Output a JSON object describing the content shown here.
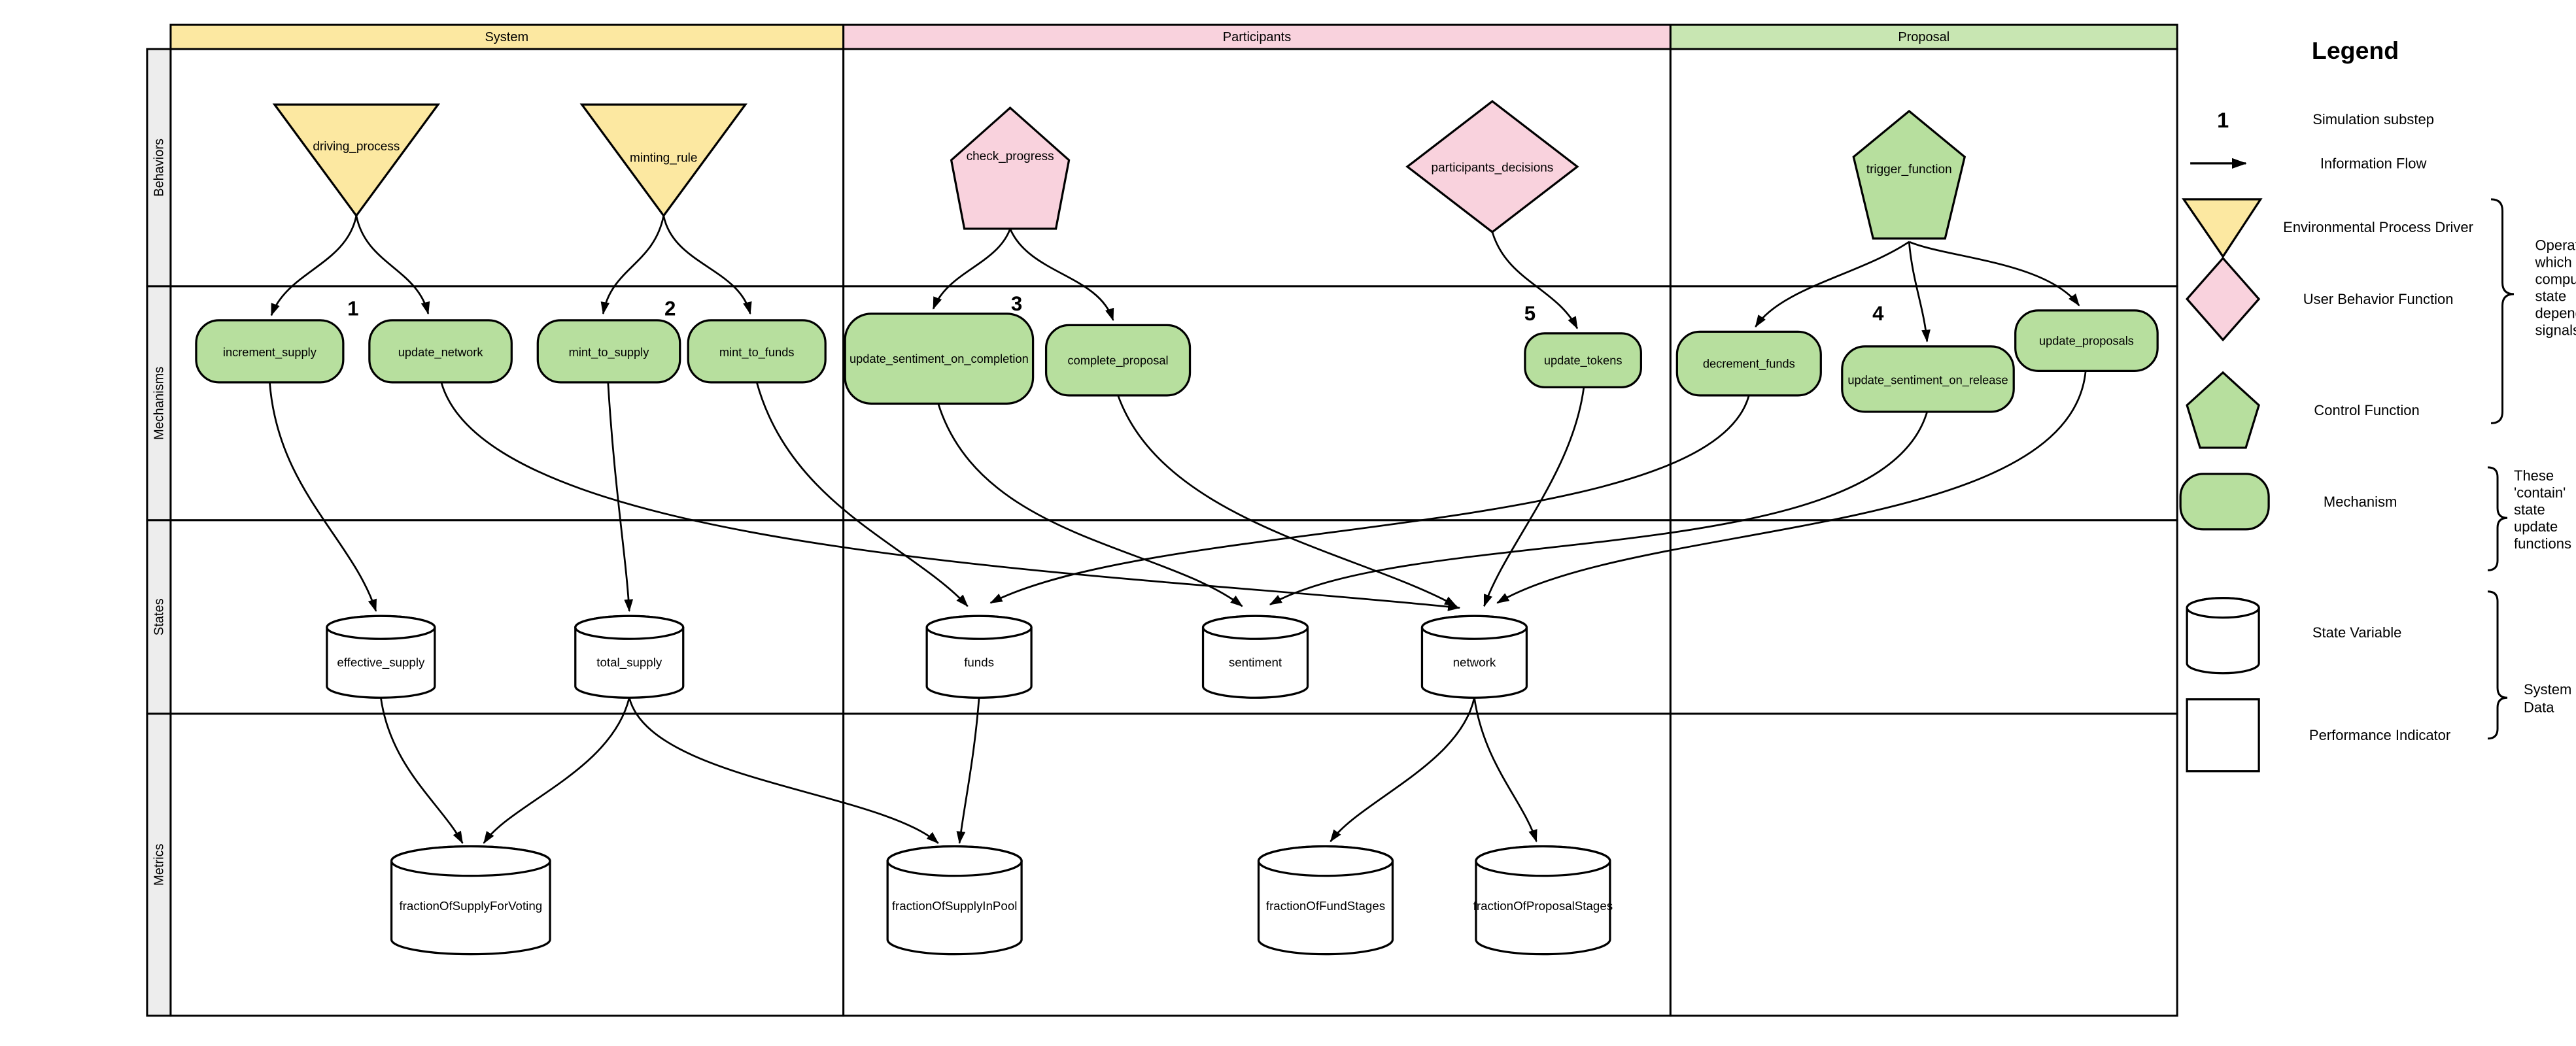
{
  "columns": [
    {
      "label": "System"
    },
    {
      "label": "Participants"
    },
    {
      "label": "Proposal"
    }
  ],
  "rows": [
    {
      "label": "Behaviors"
    },
    {
      "label": "Mechanisms"
    },
    {
      "label": "States"
    },
    {
      "label": "Metrics"
    }
  ],
  "substeps": [
    {
      "value": "1"
    },
    {
      "value": "2"
    },
    {
      "value": "3"
    },
    {
      "value": "4"
    },
    {
      "value": "5"
    }
  ],
  "nodes": {
    "driving_process": {
      "label": "driving_process",
      "shape": "triangle",
      "role": "environmental-process-driver"
    },
    "minting_rule": {
      "label": "minting_rule",
      "shape": "triangle",
      "role": "environmental-process-driver"
    },
    "check_progress": {
      "label": "check_progress",
      "shape": "pentagon",
      "role": "user-behavior-function"
    },
    "participants_decisions": {
      "label": "participants_decisions",
      "shape": "diamond",
      "role": "user-behavior-function"
    },
    "trigger_function": {
      "label": "trigger_function",
      "shape": "pentagon",
      "role": "control-function"
    },
    "increment_supply": {
      "label": "increment_supply",
      "shape": "rounded",
      "role": "mechanism"
    },
    "update_network": {
      "label": "update_network",
      "shape": "rounded",
      "role": "mechanism"
    },
    "mint_to_supply": {
      "label": "mint_to_supply",
      "shape": "rounded",
      "role": "mechanism"
    },
    "mint_to_funds": {
      "label": "mint_to_funds",
      "shape": "rounded",
      "role": "mechanism"
    },
    "update_sentiment_on_completion": {
      "label": "update_sentiment_on_completion",
      "shape": "rounded",
      "role": "mechanism"
    },
    "complete_proposal": {
      "label": "complete_proposal",
      "shape": "rounded",
      "role": "mechanism"
    },
    "update_tokens": {
      "label": "update_tokens",
      "shape": "rounded",
      "role": "mechanism"
    },
    "decrement_funds": {
      "label": "decrement_funds",
      "shape": "rounded",
      "role": "mechanism"
    },
    "update_sentiment_on_release": {
      "label": "update_sentiment_on_release",
      "shape": "rounded",
      "role": "mechanism"
    },
    "update_proposals": {
      "label": "update_proposals",
      "shape": "rounded",
      "role": "mechanism"
    },
    "effective_supply": {
      "label": "effective_supply",
      "shape": "cylinder",
      "role": "state-variable"
    },
    "total_supply": {
      "label": "total_supply",
      "shape": "cylinder",
      "role": "state-variable"
    },
    "funds": {
      "label": "funds",
      "shape": "cylinder",
      "role": "state-variable"
    },
    "sentiment": {
      "label": "sentiment",
      "shape": "cylinder",
      "role": "state-variable"
    },
    "network": {
      "label": "network",
      "shape": "cylinder",
      "role": "state-variable"
    },
    "fractionOfSupplyForVoting": {
      "label": "fractionOfSupplyForVoting",
      "shape": "cylinder",
      "role": "metric"
    },
    "fractionOfSupplyInPool": {
      "label": "fractionOfSupplyInPool",
      "shape": "cylinder",
      "role": "metric"
    },
    "fractionOfFundStages": {
      "label": "fractionOfFundStages",
      "shape": "cylinder",
      "role": "metric"
    },
    "fractionOfProposalStages": {
      "label": "fractionOfProposalStages",
      "shape": "cylinder",
      "role": "metric"
    }
  },
  "flows": [
    {
      "from": "driving_process",
      "to": "increment_supply"
    },
    {
      "from": "driving_process",
      "to": "update_network"
    },
    {
      "from": "minting_rule",
      "to": "mint_to_supply"
    },
    {
      "from": "minting_rule",
      "to": "mint_to_funds"
    },
    {
      "from": "check_progress",
      "to": "update_sentiment_on_completion"
    },
    {
      "from": "check_progress",
      "to": "complete_proposal"
    },
    {
      "from": "participants_decisions",
      "to": "update_tokens"
    },
    {
      "from": "trigger_function",
      "to": "decrement_funds"
    },
    {
      "from": "trigger_function",
      "to": "update_sentiment_on_release"
    },
    {
      "from": "trigger_function",
      "to": "update_proposals"
    },
    {
      "from": "increment_supply",
      "to": "effective_supply"
    },
    {
      "from": "update_network",
      "to": "network"
    },
    {
      "from": "mint_to_supply",
      "to": "total_supply"
    },
    {
      "from": "mint_to_funds",
      "to": "funds"
    },
    {
      "from": "update_sentiment_on_completion",
      "to": "sentiment"
    },
    {
      "from": "complete_proposal",
      "to": "network"
    },
    {
      "from": "update_tokens",
      "to": "network"
    },
    {
      "from": "decrement_funds",
      "to": "funds"
    },
    {
      "from": "update_sentiment_on_release",
      "to": "sentiment"
    },
    {
      "from": "update_proposals",
      "to": "network"
    },
    {
      "from": "effective_supply",
      "to": "fractionOfSupplyForVoting"
    },
    {
      "from": "total_supply",
      "to": "fractionOfSupplyForVoting"
    },
    {
      "from": "total_supply",
      "to": "fractionOfSupplyInPool"
    },
    {
      "from": "funds",
      "to": "fractionOfSupplyInPool"
    },
    {
      "from": "network",
      "to": "fractionOfFundStages"
    },
    {
      "from": "network",
      "to": "fractionOfProposalStages"
    }
  ],
  "legend": {
    "title": "Legend",
    "items": [
      {
        "symbol": "1",
        "label": "Simulation substep"
      },
      {
        "symbol": "arrow",
        "label": "Information Flow"
      },
      {
        "symbol": "yellow-triangle",
        "label": "Environmental Process Driver"
      },
      {
        "symbol": "pink-diamond",
        "label": "User Behavior Function"
      },
      {
        "symbol": "green-pentagon",
        "label": "Control Function"
      },
      {
        "symbol": "green-rounded",
        "label": "Mechanism"
      },
      {
        "symbol": "white-cylinder",
        "label": "State Variable"
      },
      {
        "symbol": "white-square",
        "label": "Performance Indicator"
      }
    ],
    "notes": {
      "operators": {
        "lines": [
          "Operators",
          "which",
          "compute",
          "state",
          "dependent",
          "signals"
        ]
      },
      "contain": {
        "lines": [
          "These",
          "'contain'",
          "state",
          "update",
          "functions"
        ]
      },
      "system_data": {
        "lines": [
          "System",
          "Data"
        ]
      }
    }
  },
  "colors": {
    "yellow": "#FCE8A1",
    "pink": "#F9D2DD",
    "green": "#B7DF9E",
    "green_header": "#C8E6B2",
    "white": "#FFFFFF",
    "lane_label_bg": "#EDEDED"
  }
}
